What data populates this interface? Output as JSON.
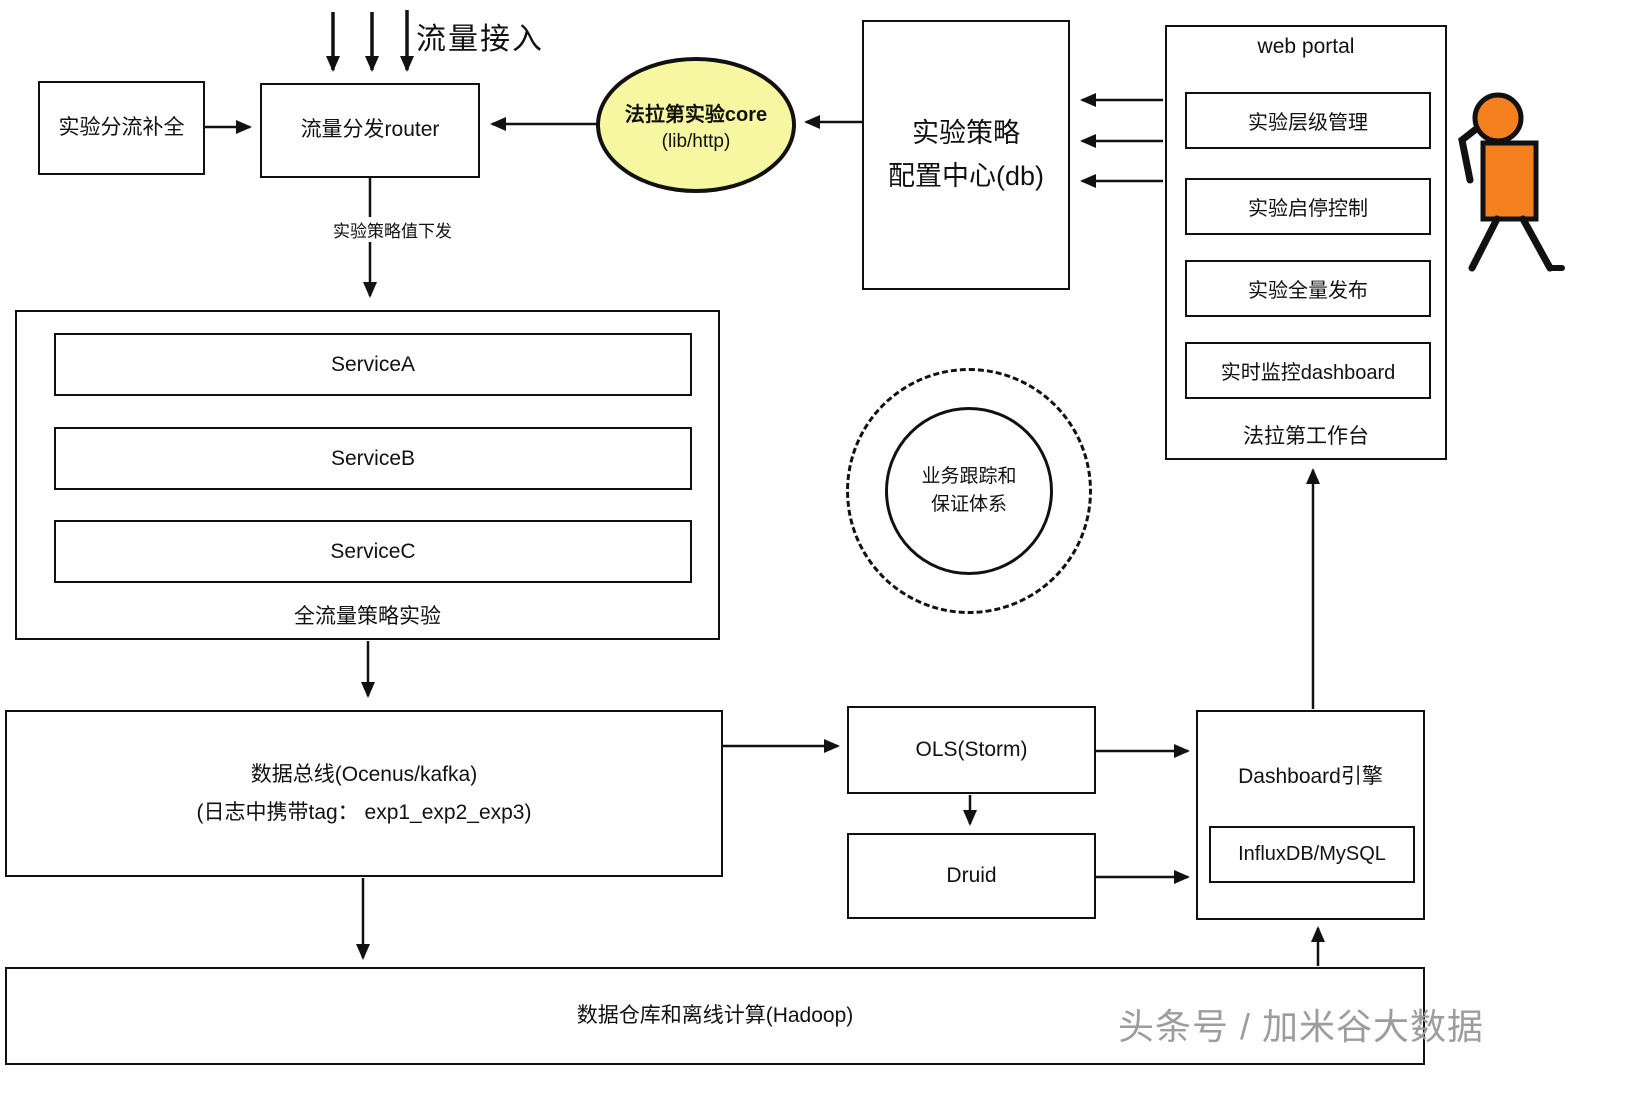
{
  "labels": {
    "traffic_in": "流量接入",
    "policy_push": "实验策略值下发",
    "watermark": "头条号 / 加米谷大数据"
  },
  "boxes": {
    "split": "实验分流补全",
    "router": "流量分发router",
    "ols": "OLS(Storm)",
    "druid": "Druid",
    "hadoop": "数据仓库和离线计算(Hadoop)"
  },
  "core": {
    "title": "法拉第实验core",
    "subtitle": "(lib/http)"
  },
  "config_center": {
    "line1": "实验策略",
    "line2": "配置中心(db)"
  },
  "web_portal": {
    "title": "web portal",
    "items": [
      {
        "label": "实验层级管理"
      },
      {
        "label": "实验启停控制"
      },
      {
        "label": "实验全量发布"
      },
      {
        "label": "实时监控dashboard"
      }
    ],
    "footer": "法拉第工作台"
  },
  "services": {
    "items": [
      {
        "label": "ServiceA"
      },
      {
        "label": "ServiceB"
      },
      {
        "label": "ServiceC"
      }
    ],
    "caption": "全流量策略实验"
  },
  "tracking": {
    "line1": "业务跟踪和",
    "line2": "保证体系"
  },
  "data_bus": {
    "line1": "数据总线(Ocenus/kafka)",
    "line2": "(日志中携带tag： exp1_exp2_exp3)"
  },
  "dashboard": {
    "title": "Dashboard引擎",
    "store": "InfluxDB/MySQL"
  },
  "colors": {
    "highlight_yellow": "#f7f7a1",
    "person_orange": "#f4801f",
    "watermark_gray": "#9d9d9d",
    "line_black": "#111111"
  }
}
